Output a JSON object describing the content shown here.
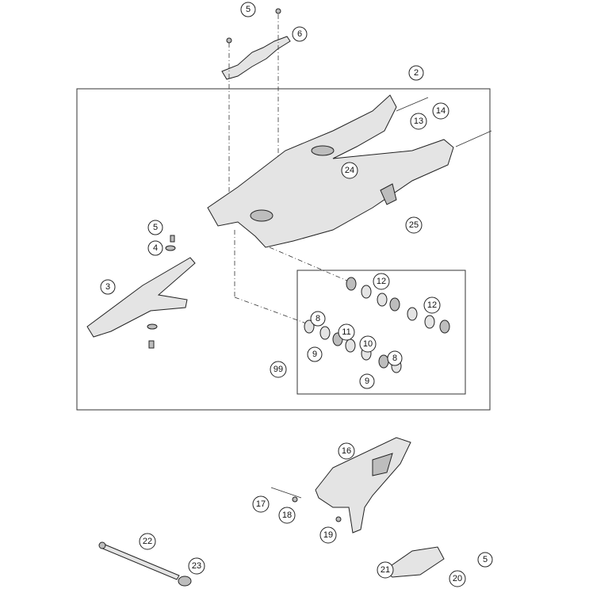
{
  "diagram": {
    "type": "exploded-parts-diagram",
    "callouts": [
      "5",
      "6",
      "2",
      "14",
      "13",
      "24",
      "25",
      "5",
      "4",
      "3",
      "12",
      "12",
      "8",
      "11",
      "10",
      "9",
      "8",
      "9",
      "99",
      "16",
      "17",
      "18",
      "19",
      "22",
      "23",
      "21",
      "5",
      "20"
    ]
  }
}
